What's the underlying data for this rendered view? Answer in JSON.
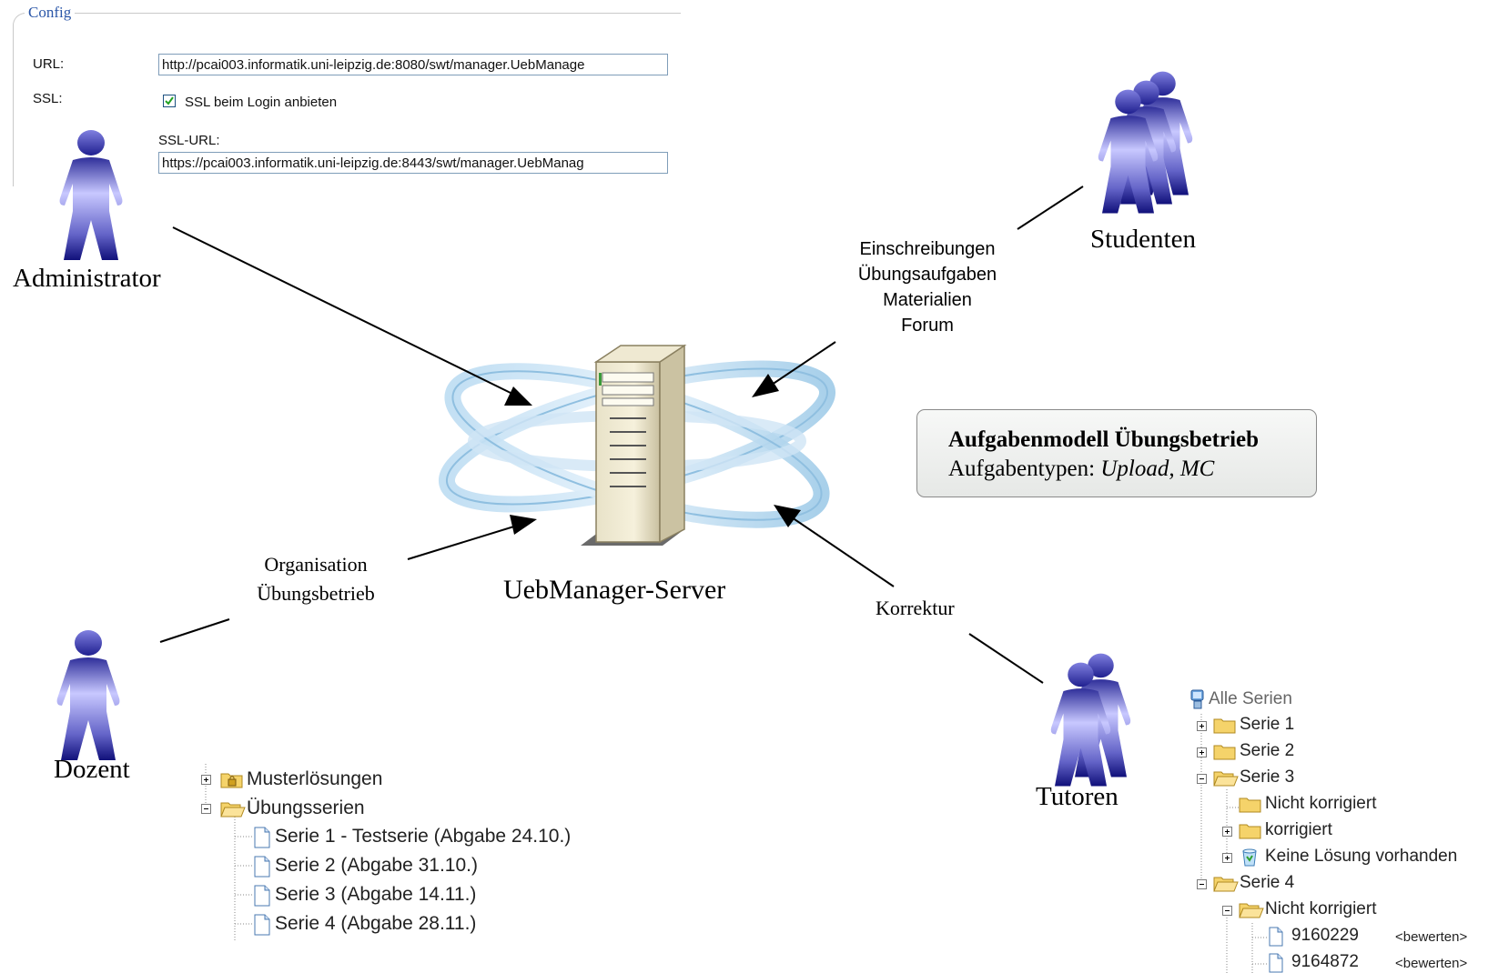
{
  "config": {
    "legend": "Config",
    "url_label": "URL:",
    "url_value": "http://pcai003.informatik.uni-leipzig.de:8080/swt/manager.UebManage",
    "ssl_label": "SSL:",
    "ssl_checkbox_label": "SSL beim Login anbieten",
    "ssl_checked": true,
    "ssl_url_label": "SSL-URL:",
    "ssl_url_value": "https://pcai003.informatik.uni-leipzig.de:8443/swt/manager.UebManag"
  },
  "actors": {
    "administrator": "Administrator",
    "studenten": "Studenten",
    "dozent": "Dozent",
    "tutoren": "Tutoren"
  },
  "server": {
    "label": "UebManager-Server"
  },
  "edge_labels": {
    "studenten": [
      "Einschreibungen",
      "Übungsaufgaben",
      "Materialien",
      "Forum"
    ],
    "dozent": [
      "Organisation",
      "Übungsbetrieb"
    ],
    "tutoren": "Korrektur"
  },
  "info_box": {
    "title": "Aufgabenmodell Übungsbetrieb",
    "prefix": "Aufgabentypen: ",
    "types": "Upload, MC"
  },
  "dozent_tree": {
    "items": [
      {
        "label": "Musterlösungen",
        "expander": "plus",
        "icon": "locked-folder-icon"
      },
      {
        "label": "Übungsserien",
        "expander": "minus",
        "icon": "open-folder-icon"
      }
    ],
    "children": [
      "Serie 1 - Testserie (Abgabe 24.10.)",
      "Serie 2 (Abgabe 31.10.)",
      "Serie 3 (Abgabe 14.11.)",
      "Serie 4 (Abgabe 28.11.)"
    ]
  },
  "tutor_tree": {
    "root": "Alle Serien",
    "items": [
      {
        "label": "Serie 1",
        "expander": "plus",
        "indent": 0
      },
      {
        "label": "Serie 2",
        "expander": "plus",
        "indent": 0
      },
      {
        "label": "Serie 3",
        "expander": "minus",
        "indent": 0
      },
      {
        "label": "Nicht korrigiert",
        "expander": "none",
        "indent": 1
      },
      {
        "label": "korrigiert",
        "expander": "plus",
        "indent": 1
      },
      {
        "label": "Keine Lösung vorhanden",
        "expander": "plus",
        "indent": 1
      },
      {
        "label": "Serie 4",
        "expander": "minus",
        "indent": 0
      },
      {
        "label": "Nicht korrigiert",
        "expander": "minus",
        "indent": 1
      }
    ],
    "documents": [
      {
        "id": "9160229",
        "action": "<bewerten>"
      },
      {
        "id": "9164872",
        "action": "<bewerten>"
      }
    ]
  }
}
